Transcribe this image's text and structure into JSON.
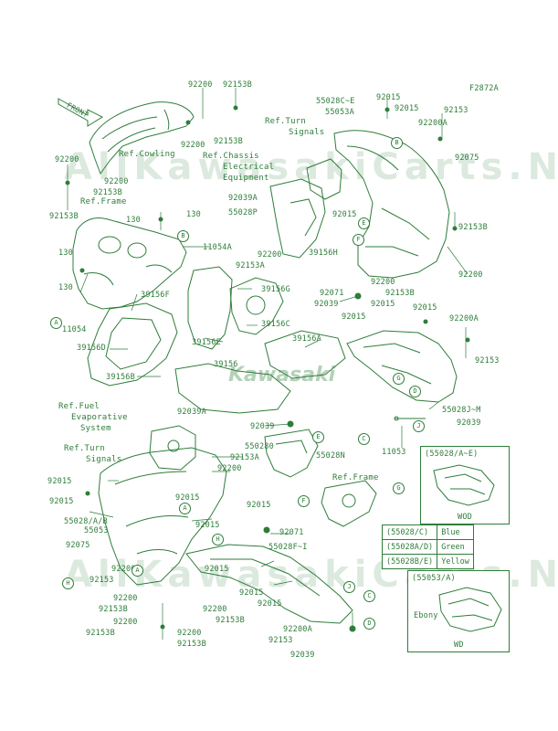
{
  "figure_code": "F2872A",
  "front_label": "FRONT",
  "watermark": "AllKawasakiCarts.NET",
  "brand_logo": "Kawasaki",
  "labels": {
    "p92200_t1": "92200",
    "p92153b_t1": "92153B",
    "p92200_t2": "92200",
    "p92153b_t2": "92153B",
    "p92200_l1": "92200",
    "p92200_l2": "92200",
    "p92153b_l1": "92153B",
    "p92153b_l2": "92153B",
    "p130_a": "130",
    "p130_b": "130",
    "p130_c": "130",
    "p130_d": "130",
    "p11054a": "11054A",
    "p11054": "11054",
    "p39156f_a": "39156F",
    "p39156g": "39156G",
    "p39156c": "39156C",
    "p39156d": "39156D",
    "p39156e": "39156E",
    "p39156a": "39156A",
    "p39156": "39156",
    "p39156b": "39156B",
    "p39156h": "39156H",
    "p92039a_t": "92039A",
    "p55028p": "55028P",
    "p92200_m1": "92200",
    "p92153a_m1": "92153A",
    "p55028c_e": "55028C~E",
    "p55053a": "55053A",
    "p92015_r1": "92015",
    "p92015_r2": "92015",
    "p92200a_r1": "92200A",
    "p92153_r1": "92153",
    "p92075_r1": "92075",
    "p92015_m2": "92015",
    "p92153b_r2": "92153B",
    "p92200_r3": "92200",
    "p92071_m": "92071",
    "p92039_m": "92039",
    "p92200_m4": "92200",
    "p92153b_m4": "92153B",
    "p92015_m5": "92015",
    "p92015_m6": "92015",
    "p92015_m7": "92015",
    "p92200a_r2": "92200A",
    "p92153_r2": "92153",
    "p55028j_m": "55028J~M",
    "p92039_r3": "92039",
    "p11053": "11053",
    "p92039a_m": "92039A",
    "p92039_c": "92039",
    "p55028o": "550280",
    "p92153a_c": "92153A",
    "p55028n": "55028N",
    "p92200_c2": "92200",
    "p92015_c1": "92015",
    "p92015_c2": "92015",
    "p92015_l3": "92015",
    "p92015_l4": "92015",
    "p55028ab": "55028/A/B",
    "p55053": "55053",
    "p92075_l": "92075",
    "p92200a_l": "92200A",
    "p92153_l": "92153",
    "p92200_b1": "92200",
    "p92153b_b1": "92153B",
    "p92200_b2": "92200",
    "p92153b_b2": "92153B",
    "p92015_b1": "92015",
    "p92015_b2": "92015",
    "p92071_b": "92071",
    "p55028f_i": "55028F~I",
    "p92200_b3": "92200",
    "p92153b_b3": "92153B",
    "p92200_b4": "92200",
    "p92153b_b4": "92153B",
    "p92015_b3": "92015",
    "p92015_b4": "92015",
    "p92200a_b": "92200A",
    "p92153_b": "92153",
    "p92039_b": "92039"
  },
  "refs": {
    "cowling": "Ref.Cowling",
    "turn_signals_top_1": "Ref.Turn",
    "turn_signals_top_2": "Signals",
    "chassis_1": "Ref.Chassis",
    "chassis_2": "Electrical",
    "chassis_3": "Equipment",
    "frame_top": "Ref.Frame",
    "fuel_1": "Ref.Fuel",
    "fuel_2": "Evaporative",
    "fuel_3": "System",
    "turn_signals_mid_1": "Ref.Turn",
    "turn_signals_mid_2": "Signals",
    "frame_mid": "Ref.Frame"
  },
  "markers": [
    "A",
    "B",
    "B",
    "E",
    "F",
    "G",
    "D",
    "J",
    "C",
    "E",
    "F",
    "G",
    "A",
    "H",
    "J",
    "C",
    "D",
    "A",
    "H"
  ],
  "inset_wod": {
    "header": "(55028/A~E)",
    "caption": "WOD"
  },
  "color_table": [
    {
      "part": "(55028/C)",
      "color": "Blue"
    },
    {
      "part": "(55028A/D)",
      "color": "Green"
    },
    {
      "part": "(55028B/E)",
      "color": "Yellow"
    }
  ],
  "inset_wd": {
    "header": "(55053/A)",
    "color": "Ebony",
    "caption": "WD"
  }
}
